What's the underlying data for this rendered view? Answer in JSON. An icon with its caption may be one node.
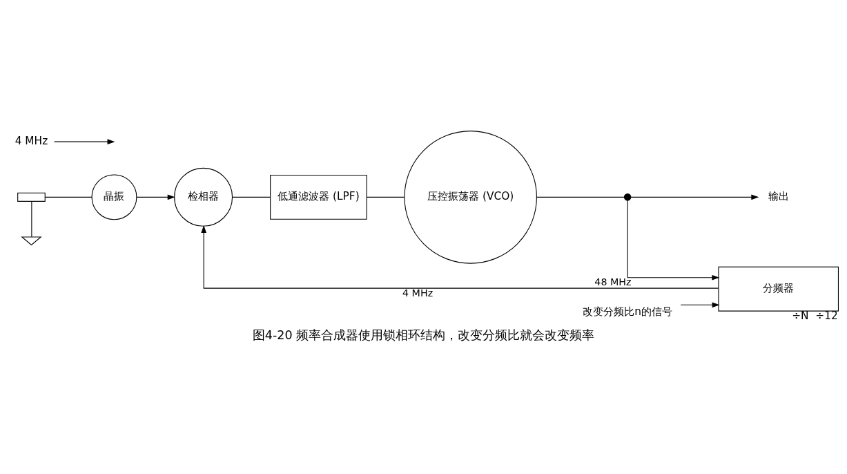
{
  "diagram": {
    "caption": "图4-20 频率合成器使用锁相环结构，改变分频比就会改变频率",
    "nodes": [
      {
        "text": [],
        "shape": "crystal"
      },
      {
        "text": [],
        "shape": "ground"
      },
      {
        "text": [
          "晶振"
        ]
      },
      {
        "text": [
          "检相器"
        ]
      },
      {
        "text": [
          "低通滤波器 (LPF)"
        ]
      },
      {
        "text": [
          "压控振荡器 (VCO)"
        ]
      },
      {
        "text": [],
        "shape": "dot"
      },
      {
        "text": [
          "输出"
        ]
      },
      {
        "text": [
          "分频器"
        ],
        "beside": [
          "÷N",
          "÷12"
        ]
      },
      {
        "text": [
          "改变分频比n的信号"
        ]
      },
      {
        "text": [
          "4 MHz"
        ]
      }
    ],
    "edges": [
      {
        "from": 0,
        "to": 2,
        "arrow": "none"
      },
      {
        "from": 0,
        "to": 1,
        "arrow": "none"
      },
      {
        "from": 2,
        "to": 3,
        "arrow": "to"
      },
      {
        "from": 3,
        "to": 4,
        "arrow": "none"
      },
      {
        "from": 4,
        "to": 5,
        "arrow": "none"
      },
      {
        "from": 5,
        "to": 6,
        "arrow": "none"
      },
      {
        "from": 6,
        "to": 7,
        "arrow": "to"
      },
      {
        "from": 6,
        "to": 8,
        "arrow": "to",
        "label": "48 MHz"
      },
      {
        "from": 8,
        "to": 3,
        "arrow": "to",
        "label": "4 MHz"
      },
      {
        "from": 9,
        "to": 8,
        "arrow": "to"
      },
      {
        "from": 10,
        "to": null,
        "arrow": "to"
      }
    ]
  }
}
